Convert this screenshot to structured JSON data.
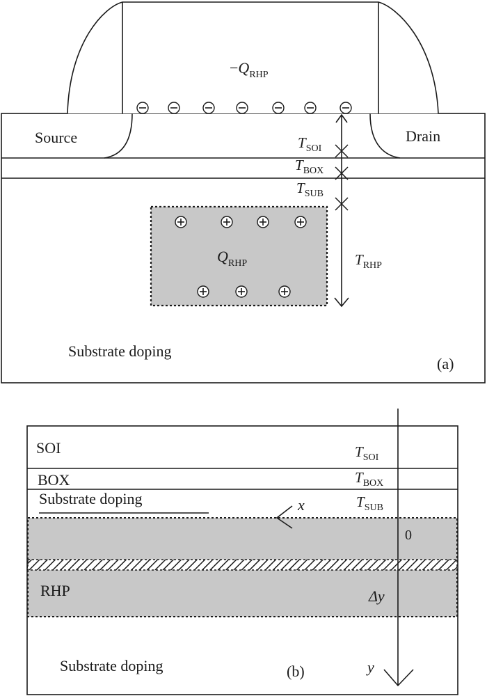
{
  "figure_a": {
    "gate_charge_sign": "−",
    "gate_charge_symbol": "Q",
    "gate_charge_subscript": "RHP",
    "source_label": "Source",
    "drain_label": "Drain",
    "t_soi_symbol": "T",
    "t_soi_subscript": "SOI",
    "t_box_symbol": "T",
    "t_box_subscript": "BOX",
    "t_sub_symbol": "T",
    "t_sub_subscript": "SUB",
    "t_rhp_symbol": "T",
    "t_rhp_subscript": "RHP",
    "q_rhp_symbol": "Q",
    "q_rhp_subscript": "RHP",
    "substrate_label": "Substrate doping",
    "panel_label": "(a)",
    "negative_charge_count": 7,
    "positive_charge_count": 7
  },
  "figure_b": {
    "soi_label": "SOI",
    "box_label": "BOX",
    "substrate_top_label": "Substrate doping",
    "t_soi_symbol": "T",
    "t_soi_subscript": "SOI",
    "t_box_symbol": "T",
    "t_box_subscript": "BOX",
    "t_sub_symbol": "T",
    "t_sub_subscript": "SUB",
    "x_axis_label": "x",
    "origin_label": "0",
    "rhp_label": "RHP",
    "delta_y_label": "Δy",
    "y_axis_label": "y",
    "substrate_bottom_label": "Substrate doping",
    "panel_label": "(b)"
  },
  "colors": {
    "line": "#1a1a1a",
    "rhp_fill": "#c8c8c8",
    "background": "#ffffff"
  }
}
